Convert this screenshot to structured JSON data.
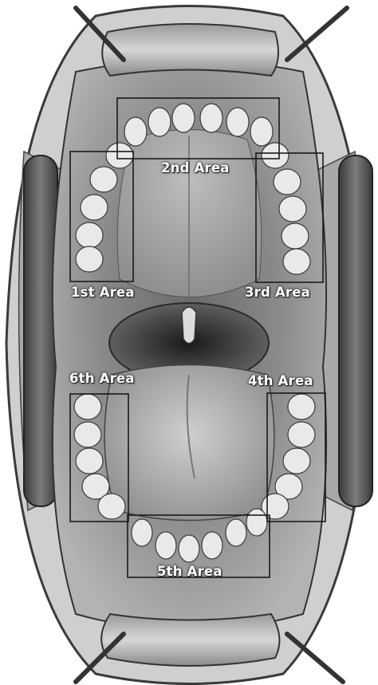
{
  "labels": {
    "area1": "1st Area",
    "area2": "2nd Area",
    "area3": "3rd Area",
    "area4": "4th Area",
    "area5": "5th Area",
    "area6": "6th Area"
  }
}
